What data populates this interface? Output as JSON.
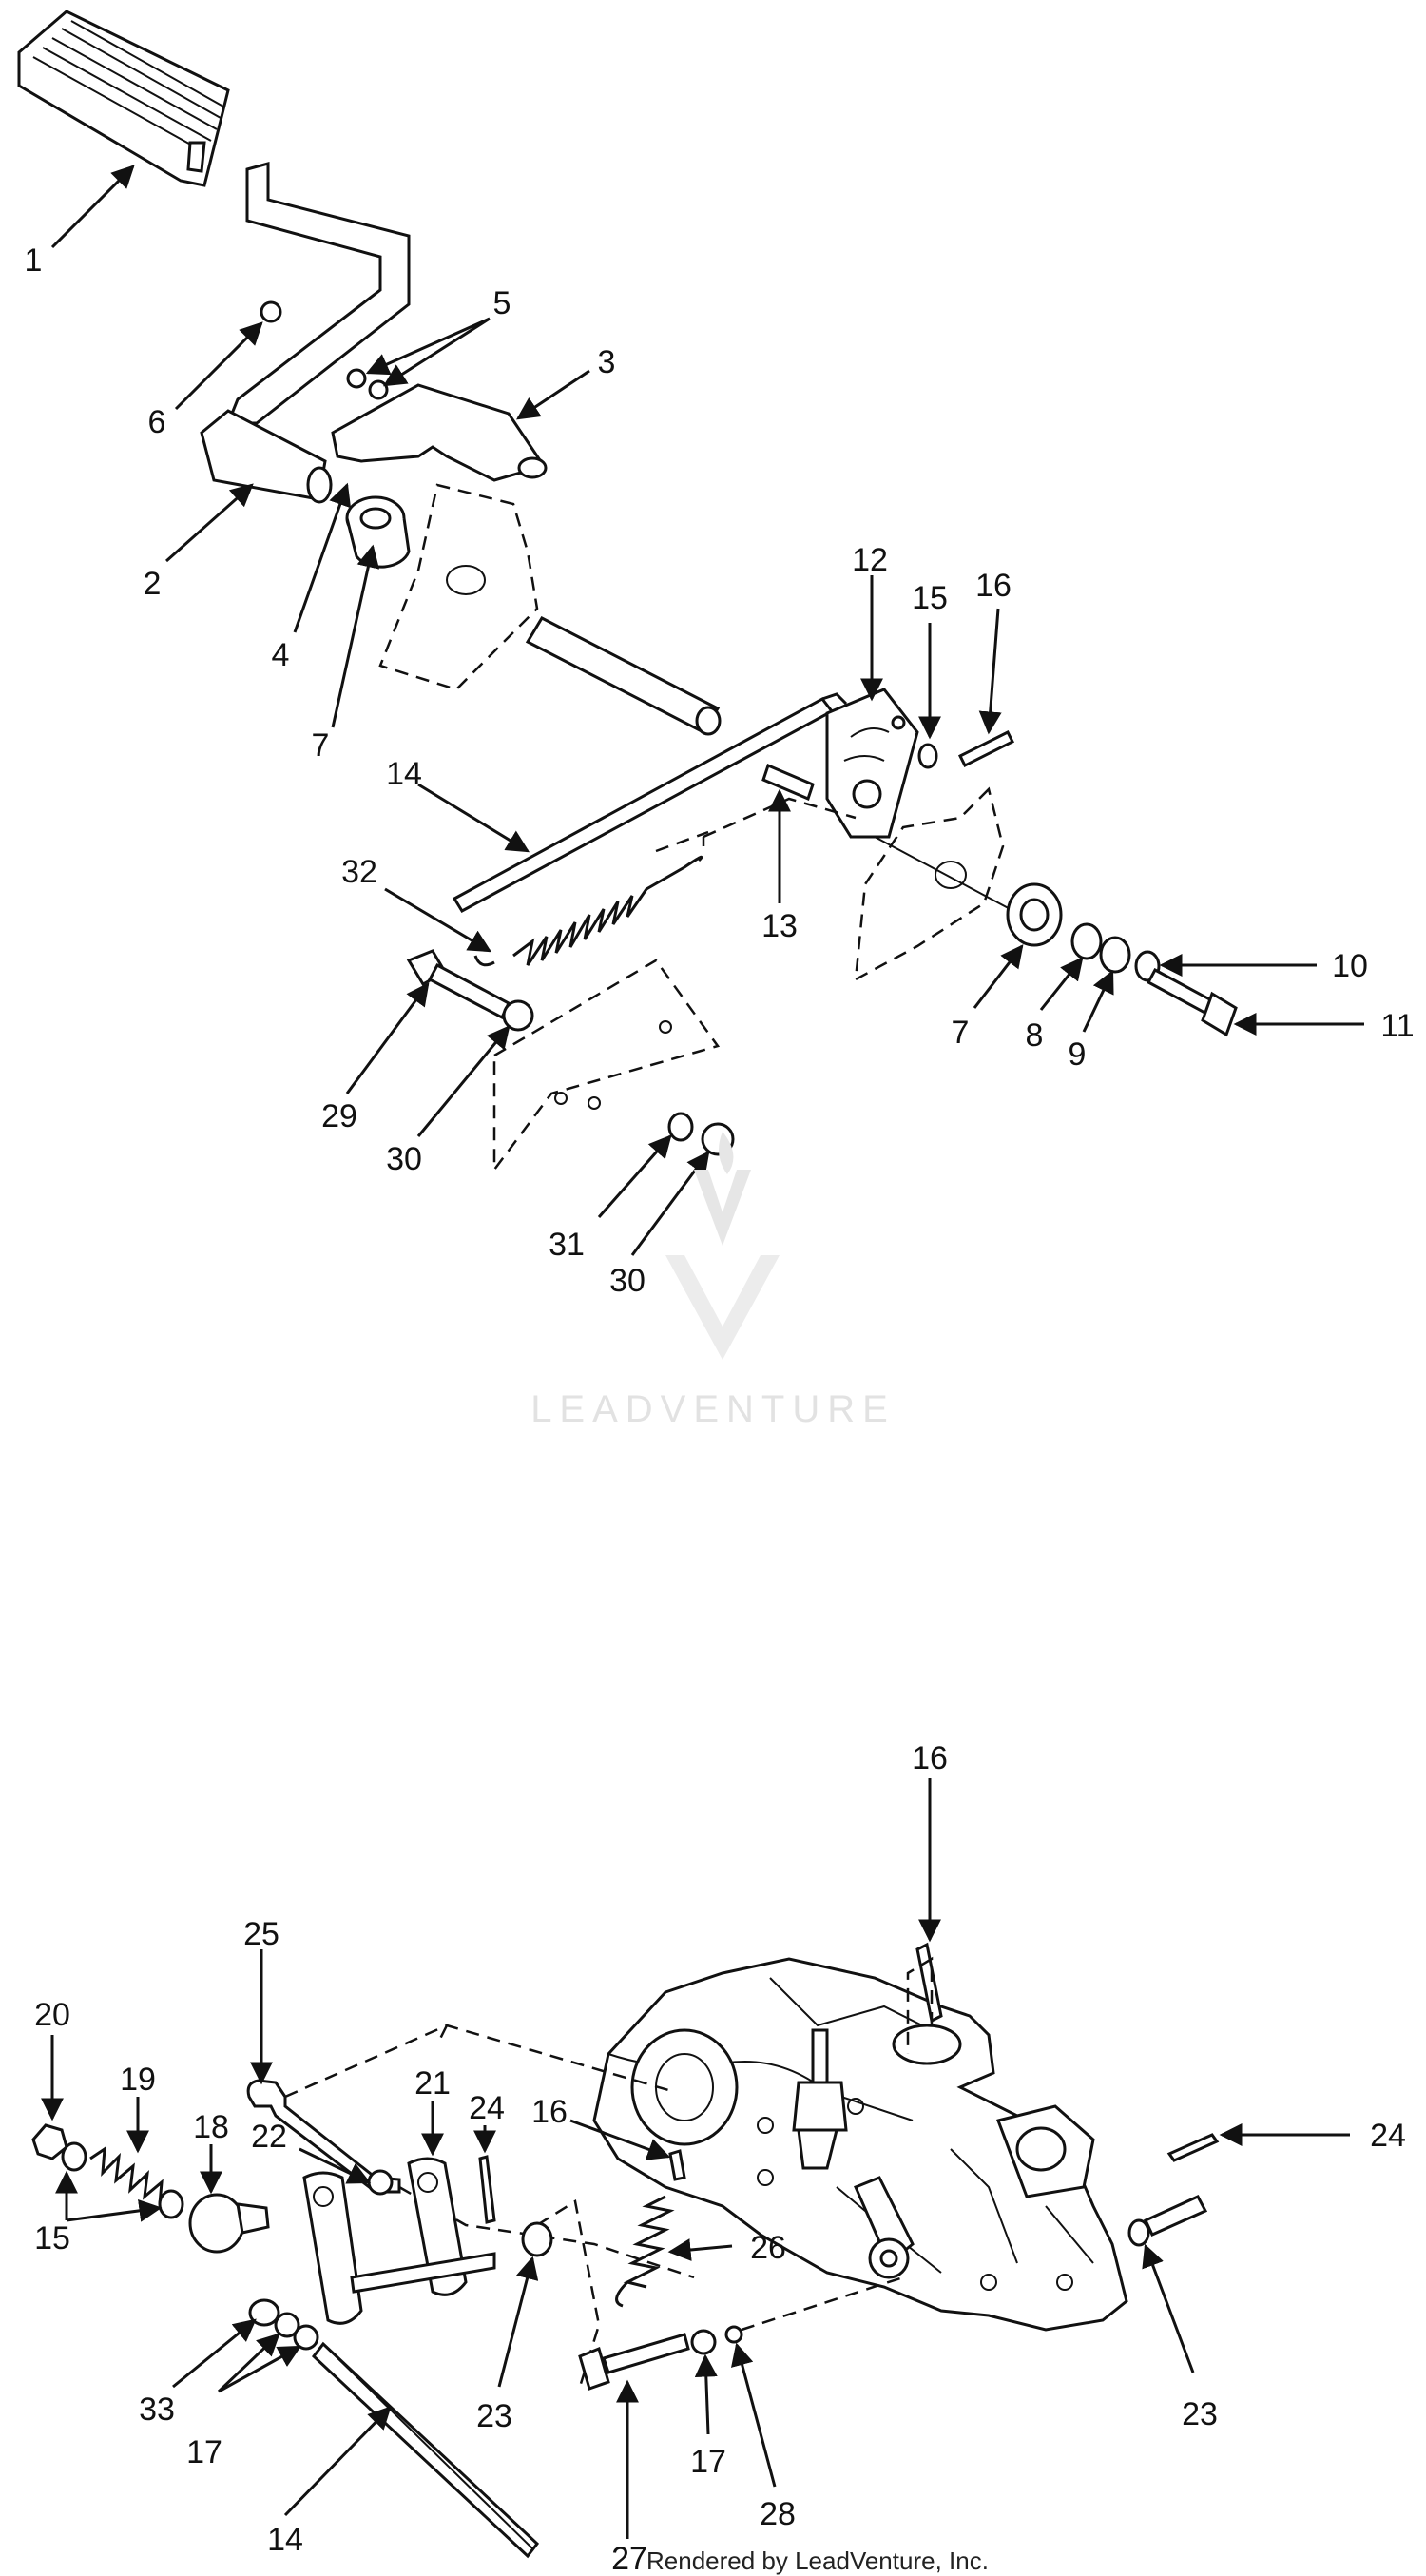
{
  "watermark": {
    "text": "LEADVENTURE"
  },
  "footer": {
    "text": "Rendered by LeadVenture, Inc."
  },
  "callouts_top": [
    "1",
    "2",
    "3",
    "4",
    "5",
    "6",
    "7",
    "12",
    "15",
    "16",
    "14",
    "32",
    "13",
    "7",
    "8",
    "9",
    "10",
    "11",
    "29",
    "30",
    "31",
    "30"
  ],
  "callouts_bottom": [
    "16",
    "25",
    "20",
    "19",
    "18",
    "21",
    "24",
    "22",
    "16",
    "26",
    "24",
    "15",
    "33",
    "17",
    "23",
    "23",
    "14",
    "27",
    "17",
    "28"
  ]
}
